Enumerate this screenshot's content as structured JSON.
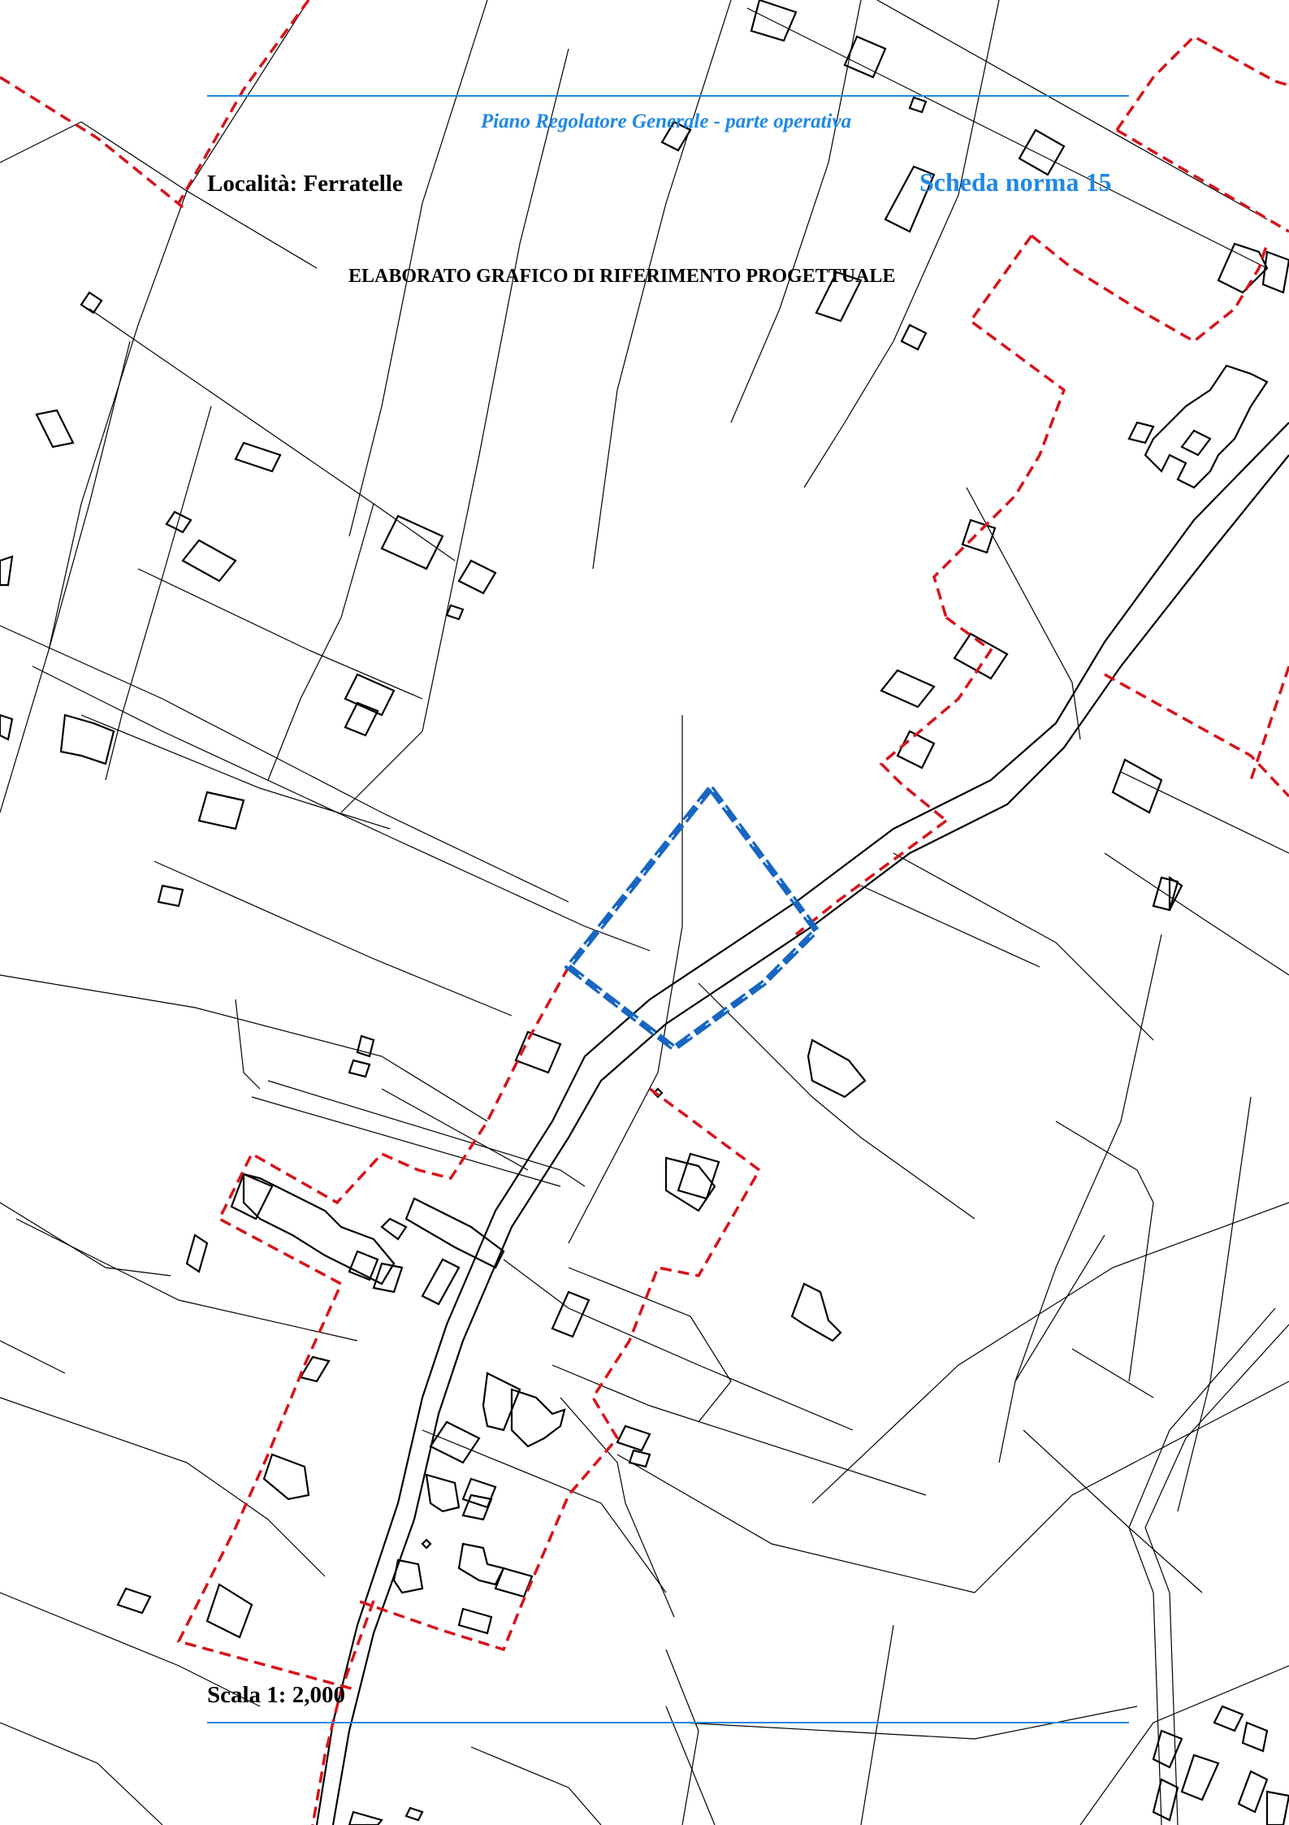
{
  "header": {
    "plan_title": "Piano Regolatore Generale - parte operativa",
    "locality": "Località: Ferratelle",
    "sheet": "Scheda norma 15",
    "drawing_title": "ELABORATO GRAFICO DI RIFERIMENTO PROGETTUALE"
  },
  "footer": {
    "scale": "Scala 1: 2,000"
  },
  "colors": {
    "header_line": "#1f88e6",
    "header_text": "#1f88e6",
    "parcel_line": "#000000",
    "boundary_red": "#d8131a",
    "boundary_blue": "#1766c2"
  }
}
